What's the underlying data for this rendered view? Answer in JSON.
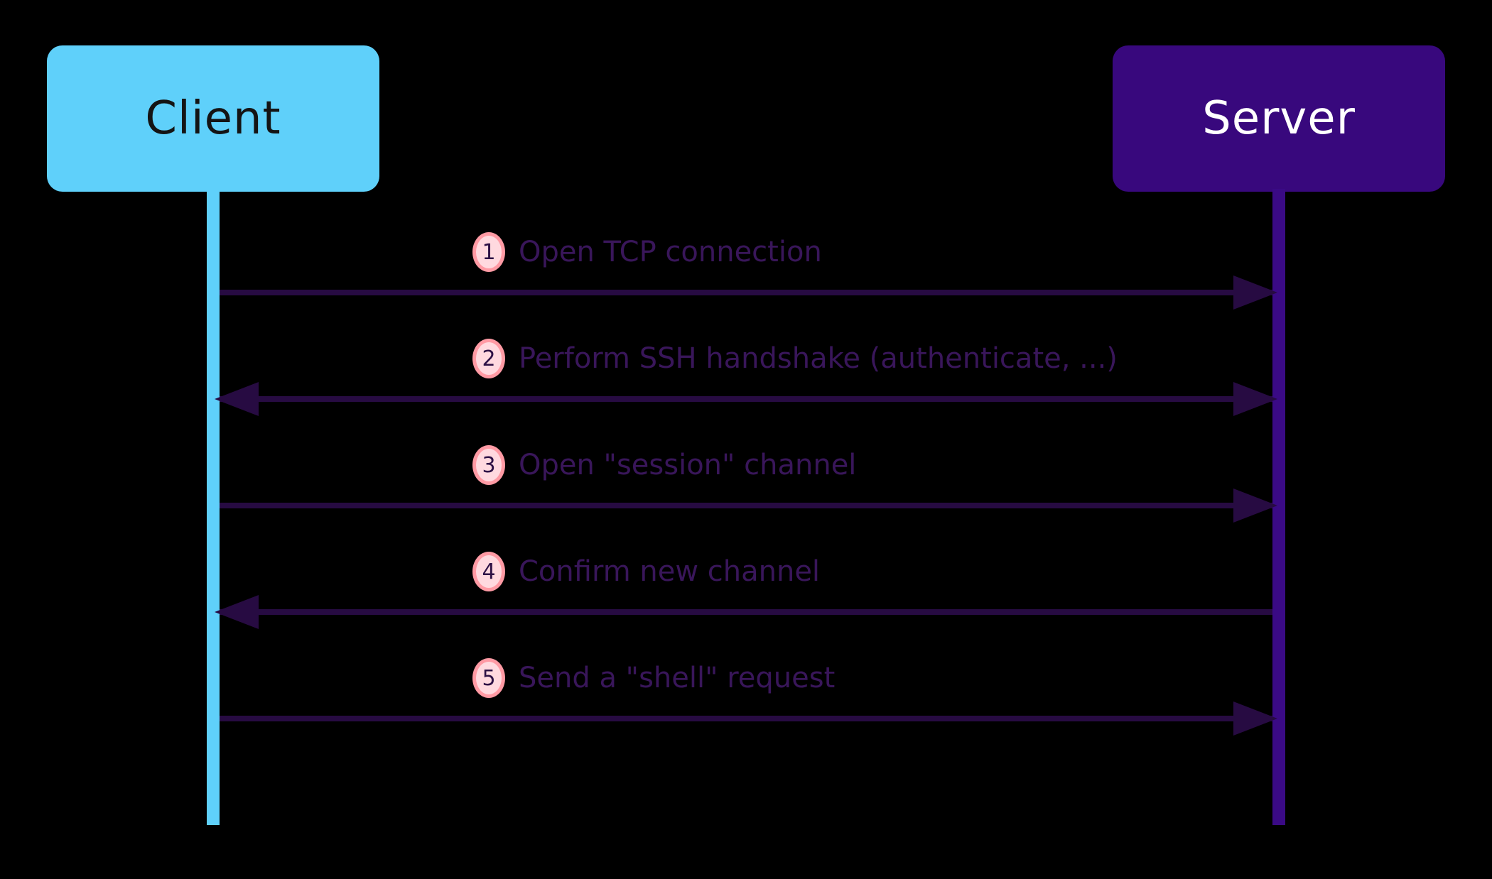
{
  "diagram": {
    "type": "sequence-diagram",
    "background": "#000000",
    "participants": [
      {
        "id": "client",
        "label": "Client",
        "box_fill": "#5fd0fa",
        "text_color": "#141414",
        "lifeline_color": "#5fd0fa"
      },
      {
        "id": "server",
        "label": "Server",
        "box_fill": "#38087d",
        "text_color": "#ffffff",
        "lifeline_color": "#3a0a85"
      }
    ],
    "messages": [
      {
        "step": "1",
        "label": "Open TCP connection",
        "from": "client",
        "to": "server",
        "direction": "right"
      },
      {
        "step": "2",
        "label": "Perform SSH handshake (authenticate, ...)",
        "from": "client",
        "to": "server",
        "direction": "both"
      },
      {
        "step": "3",
        "label": "Open \"session\" channel",
        "from": "client",
        "to": "server",
        "direction": "right"
      },
      {
        "step": "4",
        "label": "Confirm new channel",
        "from": "server",
        "to": "client",
        "direction": "left"
      },
      {
        "step": "5",
        "label": "Send a \"shell\" request",
        "from": "client",
        "to": "server",
        "direction": "right"
      }
    ],
    "colors": {
      "arrow": "#270b42",
      "label_text": "#39165a",
      "badge_fill": "#ffd9df",
      "badge_border": "#ff9aa4",
      "badge_text": "#2d1145"
    }
  }
}
